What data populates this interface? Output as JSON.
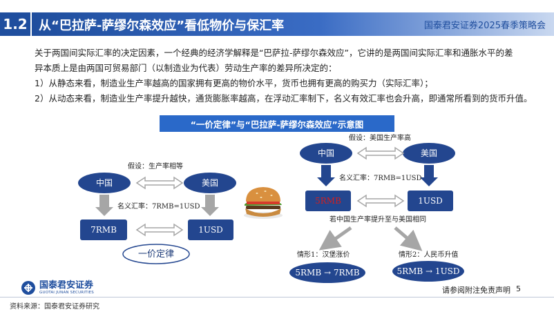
{
  "header": {
    "section_number": "1.2",
    "title": "从“巴拉萨-萨缪尔森效应”看低物价与保汇率",
    "report_name": "国泰君安证券2025春季策略会"
  },
  "body": {
    "para1_line1": "关于两国间实际汇率的决定因素，一个经典的经济学解释是“巴萨拉-萨缪尔森效应”，它讲的是两国间实际汇率和通胀水平的差",
    "para1_line2": "异本质上是由两国可贸易部门（以制造业为代表）劳动生产率的差异所决定的：",
    "point1": "1）从静态来看，制造业生产率越高的国家拥有更高的物价水平，货币也拥有更高的购买力（实际汇率）；",
    "point2": "2）从动态来看，制造业生产率提升越快，通货膨胀率越高，在浮动汇率制下，名义有效汇率也会升高，即通常所看到的货币升值。"
  },
  "diagram": {
    "title": "“一价定律”与“巴拉萨-萨缪尔森效应”示意图",
    "left": {
      "assumption": "假设：生产率相等",
      "china": "中国",
      "usa": "美国",
      "rate_label": "名义汇率：7RMB=1USD",
      "rmb": "7RMB",
      "usd": "1USD",
      "law": "一价定律"
    },
    "right": {
      "assumption": "假设：美国生产率高",
      "china": "中国",
      "usa": "美国",
      "rate_label": "名义汇率：7RMB=1USD",
      "rmb": "5RMB",
      "usd": "1USD",
      "condition": "若中国生产率提升至与美国相同",
      "case1_label": "情形1：汉堡涨价",
      "case1_value": "5RMB → 7RMB",
      "case2_label": "情形2：人民币升值",
      "case2_value": "5RMB → 1USD"
    }
  },
  "footer": {
    "logo_cn": "国泰君安证券",
    "logo_en": "GUOTAI JUNAN SECURITIES",
    "disclaimer": "请参阅附注免责声明",
    "page": "5",
    "source": "资料来源：国泰君安证券研究"
  },
  "colors": {
    "brand_blue": "#1f4e9e",
    "node_blue": "#23468f",
    "arrow_gray": "#a6a6a6",
    "red_text": "#d31f1f"
  },
  "icons": [
    "hamburger-icon",
    "guotai-logo-icon"
  ]
}
